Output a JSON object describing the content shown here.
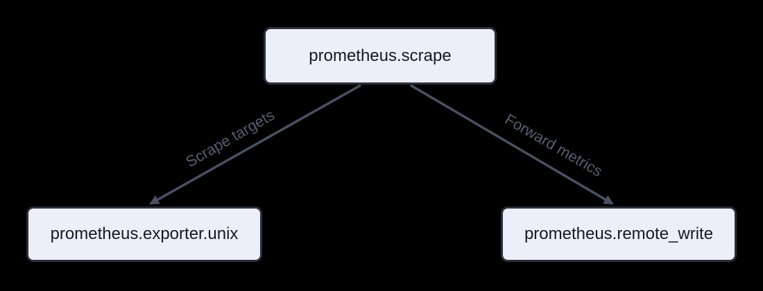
{
  "diagram": {
    "type": "flowchart",
    "background_color": "#000000",
    "node_fill_color": "#eceef9",
    "node_border_color": "#2b2f3a",
    "node_text_color": "#161920",
    "edge_line_color": "#4a5261",
    "edge_label_color": "#555e6e",
    "nodes": [
      {
        "id": "scrape",
        "label": "prometheus.scrape"
      },
      {
        "id": "exporter",
        "label": "prometheus.exporter.unix"
      },
      {
        "id": "remote_write",
        "label": "prometheus.remote_write"
      }
    ],
    "edges": [
      {
        "from": "scrape",
        "to": "exporter",
        "label": "Scrape targets"
      },
      {
        "from": "scrape",
        "to": "remote_write",
        "label": "Forward metrics"
      }
    ]
  }
}
